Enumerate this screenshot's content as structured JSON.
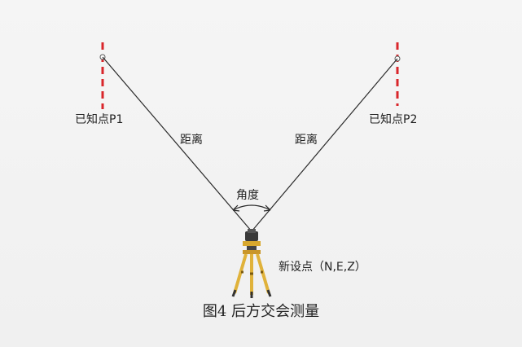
{
  "labels": {
    "p1": "已知点P1",
    "p2": "已知点P2",
    "distance_left": "距离",
    "distance_right": "距离",
    "angle": "角度",
    "new_point": "新设点（N,E,Z）"
  },
  "caption": "图4  后方交会测量",
  "colors": {
    "pole_red": "#d9262b",
    "line": "#2b2b2b",
    "background": "#f3f3f3"
  }
}
